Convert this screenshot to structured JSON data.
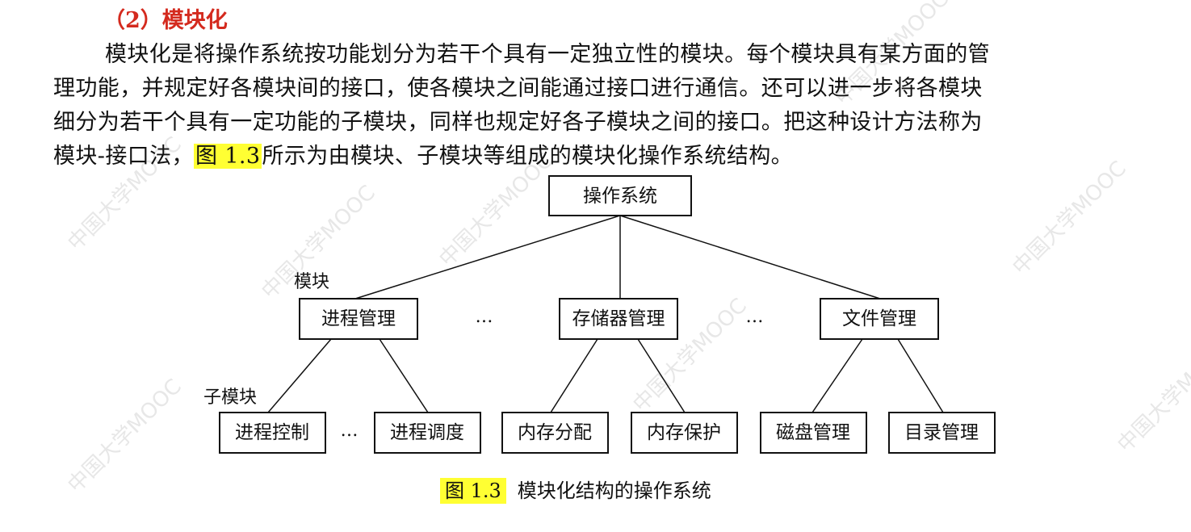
{
  "heading": "（2）模块化",
  "paragraph": {
    "lines": [
      "模块化是将操作系统按功能划分为若干个具有一定独立性的模块。每个模块具有某方面的管",
      "理功能，并规定好各模块间的接口，使各模块之间能通过接口进行通信。还可以进一步将各模块",
      "细分为若干个具有一定功能的子模块，同样也规定好各子模块之间的接口。把这种设计方法称为"
    ],
    "last_line_before": "模块-接口法，",
    "last_line_highlight": "图 1.3",
    "last_line_after": "所示为由模块、子模块等组成的模块化操作系统结构。"
  },
  "diagram": {
    "root": "操作系统",
    "module_label": "模块",
    "submodule_label": "子模块",
    "modules": [
      "进程管理",
      "存储器管理",
      "文件管理"
    ],
    "submodules": [
      "进程控制",
      "进程调度",
      "内存分配",
      "内存保护",
      "磁盘管理",
      "目录管理"
    ],
    "ellipsis": "…"
  },
  "caption": {
    "number": "图 1.3",
    "text": "模块化结构的操作系统"
  },
  "colors": {
    "heading": "#d42a1e",
    "highlight": "#ffff33"
  },
  "watermark": {
    "text": "中国大学MOOC"
  }
}
